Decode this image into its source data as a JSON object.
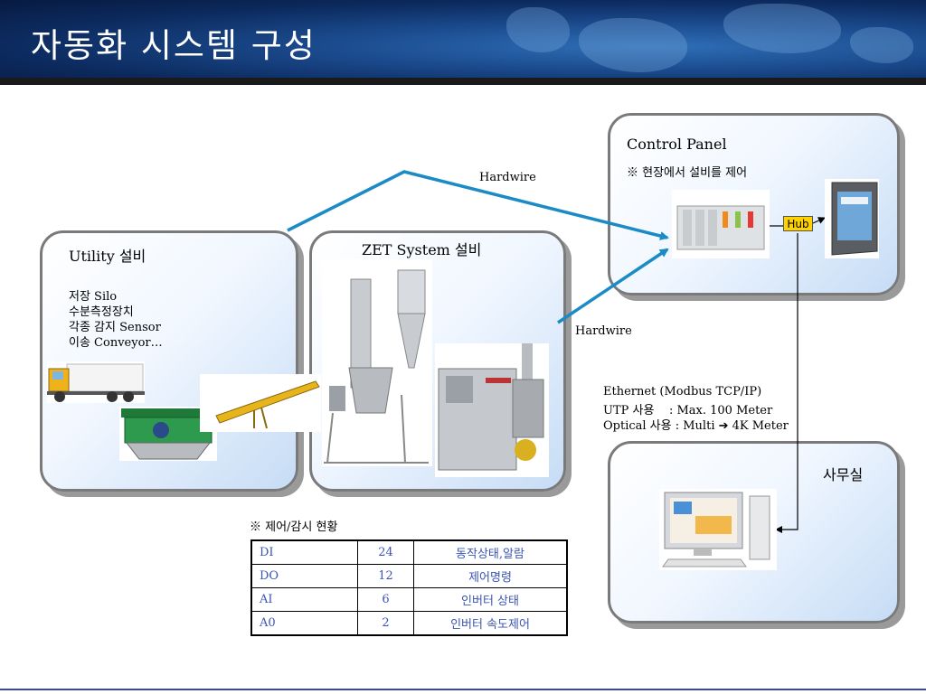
{
  "slide": {
    "title": "자동화 시스템 구성"
  },
  "utility": {
    "heading": "Utility 설비",
    "items": [
      "저장 Silo",
      "수분측정장치",
      "각종 감지 Sensor",
      "이송 Conveyor…"
    ]
  },
  "zet": {
    "heading": "ZET System 설비"
  },
  "control_panel": {
    "heading": "Control Panel",
    "note": "※ 현장에서 설비를 제어",
    "hub_label": "Hub"
  },
  "office": {
    "heading": "사무실"
  },
  "connections": {
    "hardwire_top": "Hardwire",
    "hardwire_mid": "Hardwire",
    "ethernet_lines": [
      "Ethernet (Modbus TCP/IP)",
      "UTP 사용    : Max. 100 Meter",
      "Optical 사용 : Multi ➔ 4K Meter"
    ]
  },
  "io_table": {
    "caption": "※ 제어/감시 현황",
    "rows": [
      [
        "DI",
        "24",
        "동작상태,알람"
      ],
      [
        "DO",
        "12",
        "제어명령"
      ],
      [
        "AI",
        "6",
        "인버터 상태"
      ],
      [
        "A0",
        "2",
        "인버터 속도제어"
      ]
    ]
  }
}
